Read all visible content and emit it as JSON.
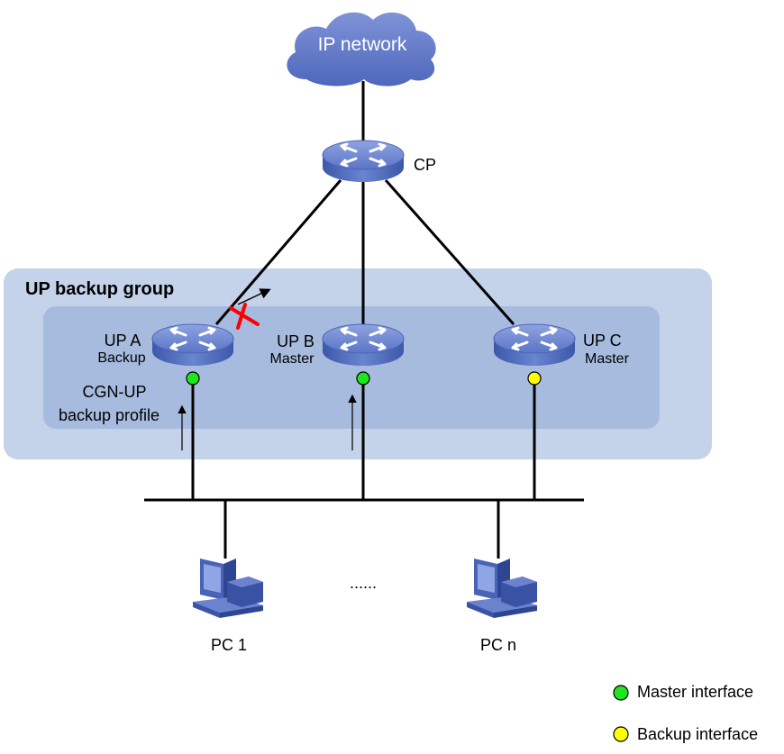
{
  "cloud": {
    "label": "IP network"
  },
  "cp": {
    "label": "CP"
  },
  "group": {
    "label": "UP backup group"
  },
  "up_a": {
    "name": "UP A",
    "role": "Backup"
  },
  "up_b": {
    "name": "UP B",
    "role": "Master"
  },
  "up_c": {
    "name": "UP C",
    "role": "Master"
  },
  "profile": {
    "line1": "CGN-UP",
    "line2": "backup profile"
  },
  "pcs": {
    "pc1": "PC 1",
    "ellipsis": "......",
    "pcn": "PC n"
  },
  "legend": {
    "master": "Master interface",
    "backup": "Backup interface"
  },
  "colors": {
    "master": "#1ee61e",
    "backup": "#ffff00",
    "fault": "#ff0000",
    "group_outer": "#c4d2ea",
    "group_inner": "#a7bbdf",
    "device": "#5e79c4"
  },
  "icons": {
    "router": "router-icon",
    "pc": "desktop-pc-icon",
    "cloud": "cloud-icon",
    "fault": "cross-icon"
  }
}
